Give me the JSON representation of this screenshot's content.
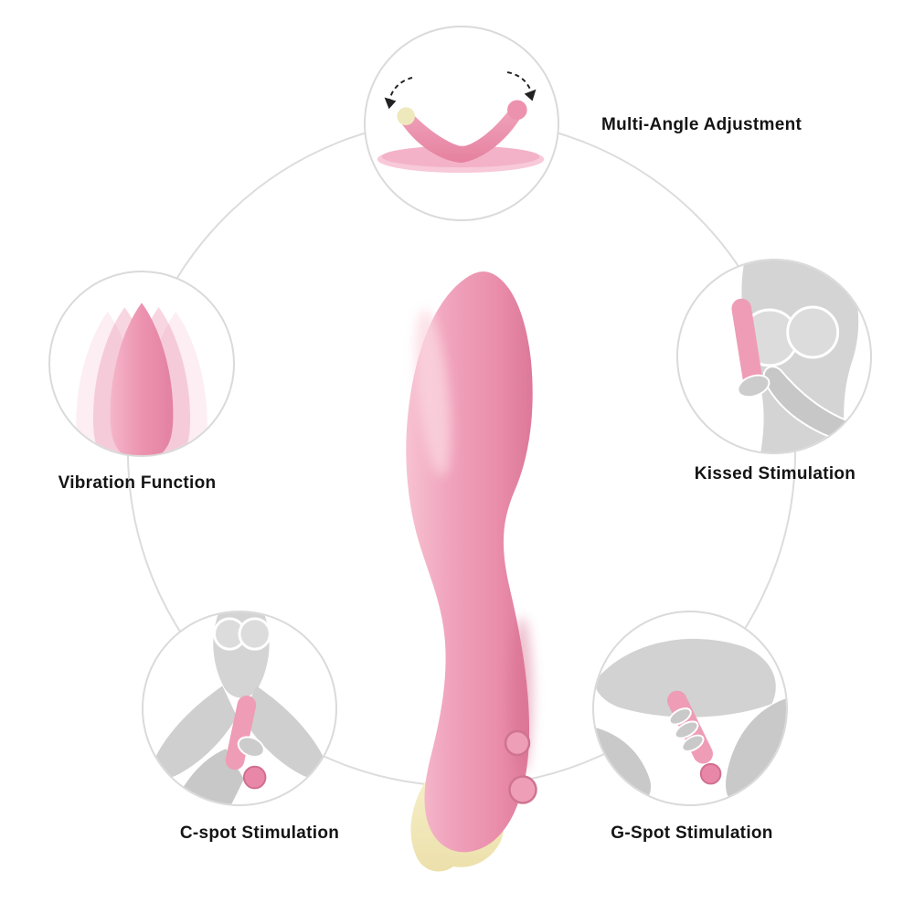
{
  "colors": {
    "product_pink": "#ee9ab5",
    "product_pink_light": "#f7c2d2",
    "product_pink_dark": "#dd7899",
    "base_cream": "#f2ecc3",
    "silhouette_gray": "#d2d2d2",
    "circle_border": "#dadada",
    "label_text": "#141414"
  },
  "features": [
    {
      "id": "multi-angle",
      "label": "Multi-Angle Adjustment",
      "icon": "bent-product-arrows-icon",
      "position": "top"
    },
    {
      "id": "kissed",
      "label": "Kissed Stimulation",
      "icon": "torso-silhouette-icon",
      "position": "right"
    },
    {
      "id": "vibration",
      "label": "Vibration Function",
      "icon": "vibrating-tip-icon",
      "position": "left"
    },
    {
      "id": "c-spot",
      "label": "C-spot Stimulation",
      "icon": "seated-silhouette-icon",
      "position": "bottom-left"
    },
    {
      "id": "g-spot",
      "label": "G-Spot Stimulation",
      "icon": "thigh-silhouette-icon",
      "position": "bottom-right"
    }
  ]
}
